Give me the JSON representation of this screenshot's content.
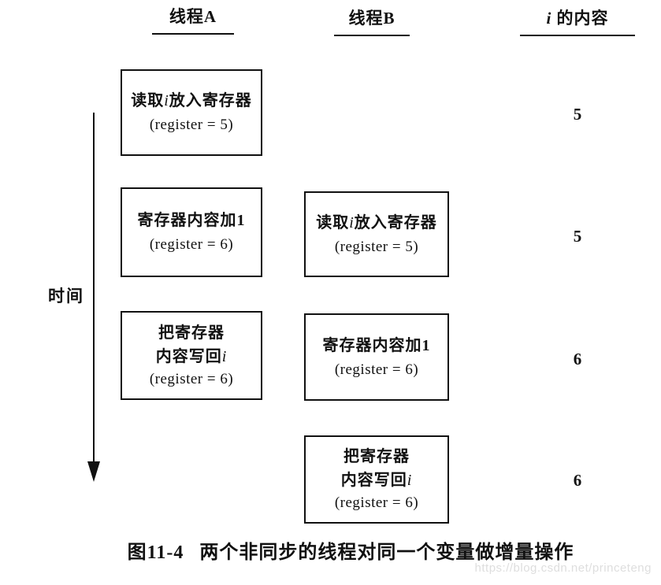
{
  "figure": {
    "columns": {
      "thread_a": "线程A",
      "thread_b": "线程B",
      "i_var": "i",
      "i_suffix": " 的内容"
    },
    "time_axis": {
      "label": "时间"
    },
    "steps": {
      "a1": {
        "action_pre": "读取",
        "action_i": "i",
        "action_post": "放入寄存器",
        "register": "(register = 5)"
      },
      "a2": {
        "action": "寄存器内容加1",
        "register": "(register = 6)"
      },
      "a3": {
        "action_line1": "把寄存器",
        "action_line2_pre": "内容写回",
        "action_i": "i",
        "register": "(register = 6)"
      },
      "b1": {
        "action_pre": "读取",
        "action_i": "i",
        "action_post": "放入寄存器",
        "register": "(register = 5)"
      },
      "b2": {
        "action": "寄存器内容加1",
        "register": "(register = 6)"
      },
      "b3": {
        "action_line1": "把寄存器",
        "action_line2_pre": "内容写回",
        "action_i": "i",
        "register": "(register = 6)"
      }
    },
    "i_values": [
      "5",
      "5",
      "6",
      "6"
    ],
    "caption": {
      "number": "图11-4",
      "text": "两个非同步的线程对同一个变量做增量操作"
    },
    "watermark": "https://blog.csdn.net/princeteng",
    "colors": {
      "ink": "#111111",
      "watermark_gray": "#dedede",
      "background": "#ffffff"
    }
  }
}
